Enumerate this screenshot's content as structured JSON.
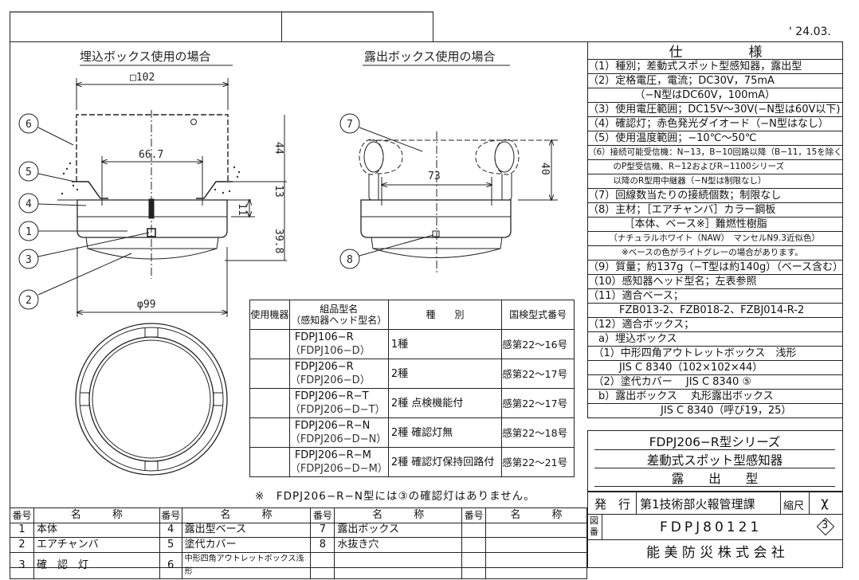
{
  "header": {
    "date": "' 24.03."
  },
  "drawings": {
    "embedded": {
      "title": "埋込ボックス使用の場合",
      "dim_width": "□102",
      "dim_inner": "66.7",
      "dim_box_height": "44",
      "dim_cover": "13",
      "dim_base": "11",
      "dim_height": "39.8",
      "dim_diameter": "φ99",
      "balloons": [
        "6",
        "5",
        "4",
        "1",
        "3",
        "2"
      ]
    },
    "exposed": {
      "title": "露出ボックス使用の場合",
      "dim_pitch": "73",
      "dim_height": "40",
      "balloons": [
        "7",
        "8"
      ]
    }
  },
  "spec": {
    "title_left": "仕",
    "title_right": "様",
    "rows": [
      {
        "text": "（1）種別；差動式スポット型感知器，露出型"
      },
      {
        "text": "（2）定格電圧，電流；DC30V，75mA"
      },
      {
        "text": "　　　　　（−N型はDC60V，100mA）"
      },
      {
        "text": "（3）使用電圧範囲；DC15V〜30V(−N型は60V以下)"
      },
      {
        "text": "（4）確認灯；赤色発光ダイオード（−N型はなし）"
      },
      {
        "text": "（5）使用温度範囲；−10℃〜50℃"
      },
      {
        "text": "（6）接続可能受信機：N−13，B−10回路以降（B−11，15を除く）",
        "small": true
      },
      {
        "text": "　　　のP型受信機、R−12およびR−1100シリーズ",
        "small": true
      },
      {
        "text": "　　　以降のR型用中継器（−N型は制限なし）",
        "small": true
      },
      {
        "text": "（7）回線数当たりの接続個数；制限なし"
      },
      {
        "text": "（8）主材；［エアチャンバ］カラー鋼板"
      },
      {
        "text": "　　　　［本体、ベース※］難燃性樹脂"
      },
      {
        "text": "　　　（ナチュラルホワイト（NAW）　マンセルN9.3近似色）",
        "small": true
      },
      {
        "text": "　　　　※ベースの色がライトグレーの場合があります。",
        "small": true
      },
      {
        "text": "（9）質量；約137g（−T型は約140g）（ベース含む）"
      },
      {
        "text": "（10）感知器ヘッド型名；左表参照"
      },
      {
        "text": "（11）適合ベース；"
      },
      {
        "text": "　　　FZB013-2、FZB018-2、FZBJ014-R-2"
      },
      {
        "text": "（12）適合ボックス；"
      },
      {
        "text": "　a）埋込ボックス"
      },
      {
        "text": "　（1）中形四角アウトレットボックス　浅形"
      },
      {
        "text": "　　　JIS C 8340（102×102×44）"
      },
      {
        "text": "　（2）塗代カバー　 JIS C 8340 ⑤"
      },
      {
        "text": "　b）露出ボックス　 丸形露出ボックス"
      },
      {
        "text": "　　　　　　　JIS C 8340（呼び19，25）"
      }
    ]
  },
  "title_block": {
    "series": "FDPJ206−R型シリーズ",
    "product": "差動式スポット型感知器",
    "type": "露　　出　　型",
    "issuer_label": "発　行",
    "issuer": "第1技術部火報管理課",
    "scale_label": "縮尺",
    "scale": "χ",
    "drawing_no_label": "図番",
    "drawing_no": "FDPJ80121",
    "revision": "3",
    "company": "能 美 防 災 株 式 会 社"
  },
  "product_table": {
    "headers": [
      "使用機器",
      "組品型名\n（感知器ヘッド型名）",
      "種　　別",
      "国検型式番号"
    ],
    "rows": [
      {
        "device": "",
        "model": "FDPJ106−R",
        "head": "（FDPJ106−D）",
        "kind": "1種",
        "approval": "感第22〜16号"
      },
      {
        "device": "",
        "model": "FDPJ206−R",
        "head": "（FDPJ206−D）",
        "kind": "2種",
        "approval": "感第22〜17号"
      },
      {
        "device": "",
        "model": "FDPJ206−R−T",
        "head": "（FDPJ206−D−T）",
        "kind": "2種 点検機能付",
        "approval": "感第22〜17号"
      },
      {
        "device": "",
        "model": "FDPJ206−R−N",
        "head": "（FDPJ206−D−N）",
        "kind": "2種 確認灯無",
        "approval": "感第22〜18号"
      },
      {
        "device": "",
        "model": "FDPJ206−R−M",
        "head": "（FDPJ206−D−M）",
        "kind": "2種 確認灯保持回路付",
        "approval": "感第22〜21号"
      }
    ],
    "note": "※　FDPJ206−R−N型には③の確認灯はありません。"
  },
  "parts_table": {
    "header_no": "番号",
    "header_name": "名　　　称",
    "rows": [
      [
        {
          "no": "1",
          "name": "本体"
        },
        {
          "no": "4",
          "name": "露出型ベース"
        },
        {
          "no": "7",
          "name": "露出ボックス"
        },
        {
          "no": "",
          "name": ""
        }
      ],
      [
        {
          "no": "2",
          "name": "エアチャンバ"
        },
        {
          "no": "5",
          "name": "塗代カバー"
        },
        {
          "no": "8",
          "name": "水抜き穴"
        },
        {
          "no": "",
          "name": ""
        }
      ],
      [
        {
          "no": "3",
          "name": "確　認　灯"
        },
        {
          "no": "6",
          "name": "中形四角アウトレットボックス浅形"
        },
        {
          "no": "",
          "name": ""
        },
        {
          "no": "",
          "name": ""
        }
      ]
    ]
  }
}
